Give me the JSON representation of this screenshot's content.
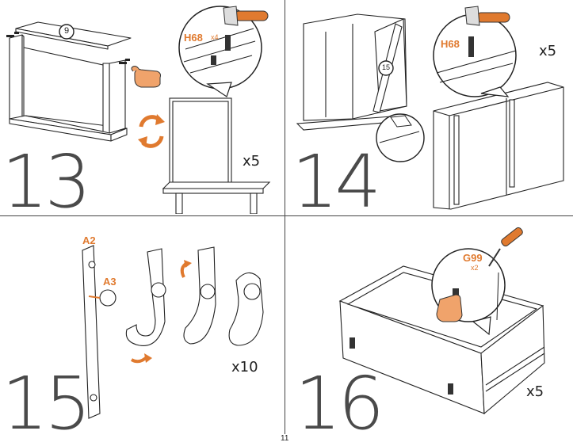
{
  "page_number": "11",
  "colors": {
    "accent": "#e07a2f",
    "line": "#222222",
    "panel": "#ffffff",
    "digit": "#4a4a4a"
  },
  "steps": [
    {
      "number": "13",
      "quantity": "x5",
      "bubble": "9",
      "part": "H68",
      "part_count": "x4"
    },
    {
      "number": "14",
      "quantity": "x5",
      "bubble": "15",
      "part": "H68"
    },
    {
      "number": "15",
      "quantity": "x10",
      "part_a": "A2",
      "part_b": "A3"
    },
    {
      "number": "16",
      "quantity": "x5",
      "part": "G99",
      "part_count": "x2"
    }
  ],
  "icons": [
    "hammer-icon",
    "hand-pointer-icon",
    "rotate-arrows-icon",
    "screwdriver-icon",
    "curved-arrow-icon"
  ]
}
